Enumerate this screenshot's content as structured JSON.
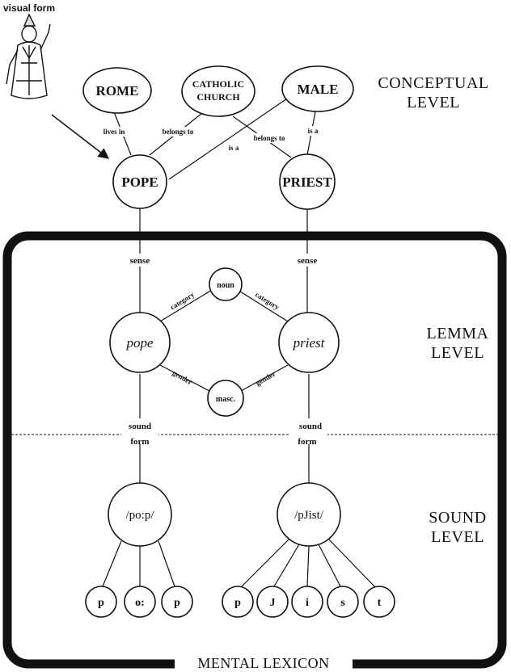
{
  "visual_form": "visual form",
  "levels": {
    "conceptual": [
      "CONCEPTUAL",
      "LEVEL"
    ],
    "lemma": [
      "LEMMA",
      "LEVEL"
    ],
    "sound": [
      "SOUND",
      "LEVEL"
    ]
  },
  "lexicon_label": "MENTAL LEXICON",
  "concepts": {
    "rome": "ROME",
    "catholic_church": [
      "CATHOLIC",
      "CHURCH"
    ],
    "male": "MALE",
    "pope": "POPE",
    "priest": "PRIEST"
  },
  "relations": {
    "lives_in": "lives in",
    "belongs_to_pope": "belongs to",
    "belongs_to_priest": "belongs to",
    "is_a_pope": "is a",
    "is_a_priest": "is a"
  },
  "sense_labels": [
    "sense",
    "sense"
  ],
  "lemmas": {
    "pope": "pope",
    "priest": "priest",
    "noun": "noun",
    "masc": "masc."
  },
  "lemma_relations": {
    "category_left": "category",
    "category_right": "category",
    "gender_left": "gender",
    "gender_right": "gender"
  },
  "sound_form_labels": [
    [
      "sound",
      "form"
    ],
    [
      "sound",
      "form"
    ]
  ],
  "phonological": {
    "pope": "/po:p/",
    "priest": "/pJist/"
  },
  "segments": {
    "pope": [
      "p",
      "o:",
      "p"
    ],
    "priest": [
      "p",
      "J",
      "i",
      "s",
      "t"
    ]
  }
}
